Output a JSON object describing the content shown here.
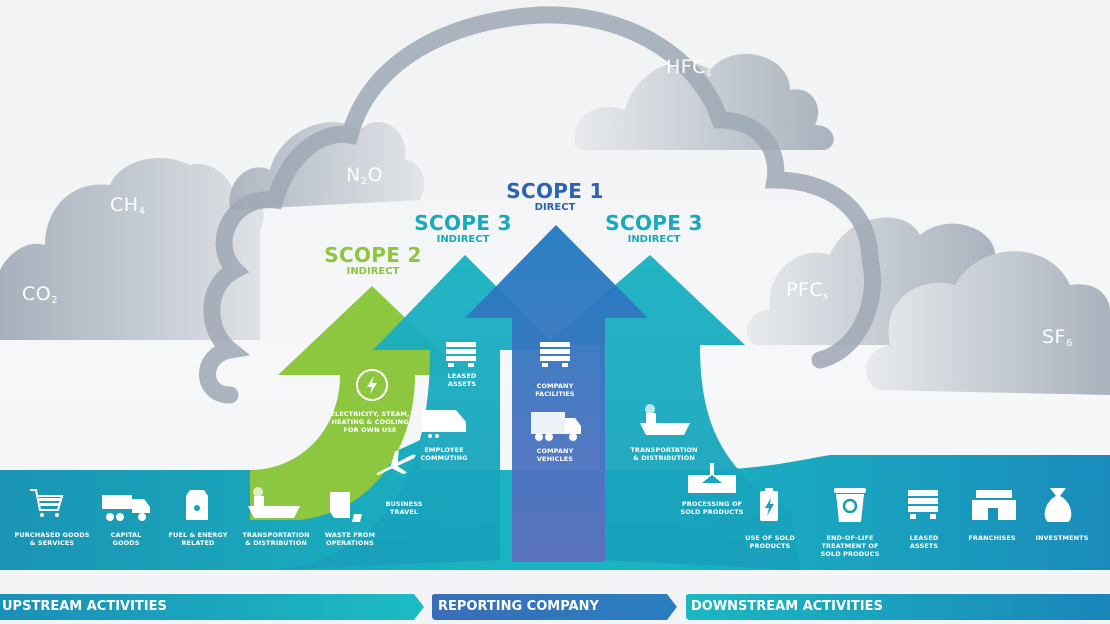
{
  "gases": [
    {
      "name": "CO",
      "sub": "2"
    },
    {
      "name": "CH",
      "sub": "4"
    },
    {
      "name": "N",
      "sub": "2",
      "suffix": "O"
    },
    {
      "name": "HFC",
      "sub": "s"
    },
    {
      "name": "PFC",
      "sub": "s"
    },
    {
      "name": "SF",
      "sub": "6"
    }
  ],
  "scopes": {
    "scope2": {
      "title": "SCOPE 2",
      "subtitle": "INDIRECT",
      "color": "#8dc63f"
    },
    "scope3_up": {
      "title": "SCOPE 3",
      "subtitle": "INDIRECT",
      "color": "#17a2b8"
    },
    "scope1": {
      "title": "SCOPE 1",
      "subtitle": "DIRECT",
      "color": "#2a6db5"
    },
    "scope3_down": {
      "title": "SCOPE 3",
      "subtitle": "INDIRECT",
      "color": "#17a2b8"
    }
  },
  "scope2_items": [
    {
      "label": "ELECTRICITY, STEAM,\nHEATING & COOLING\nFOR OWN USE",
      "icon": "lightning-icon"
    }
  ],
  "scope3_up_items": [
    {
      "label": "LEASED\nASSETS",
      "icon": "building-icon"
    },
    {
      "label": "EMPLOYEE\nCOMMUTING",
      "icon": "train-icon"
    },
    {
      "label": "BUSINESS\nTRAVEL",
      "icon": "airplane-icon"
    }
  ],
  "scope1_items": [
    {
      "label": "COMPANY\nFACILITIES",
      "icon": "building-icon"
    },
    {
      "label": "COMPANY\nVEHICLES",
      "icon": "truck-icon"
    }
  ],
  "scope3_down_items": [
    {
      "label": "TRANSPORTATION\n& DISTRIBUTION",
      "icon": "ship-icon"
    },
    {
      "label": "PROCESSING OF\nSOLD PRODUCTS",
      "icon": "factory-icon"
    }
  ],
  "upstream_items": [
    {
      "label": "PURCHASED GOODS\n& SERVICES",
      "icon": "cart-icon"
    },
    {
      "label": "CAPITAL\nGOODS",
      "icon": "dump-truck-icon"
    },
    {
      "label": "FUEL & ENERGY\nRELATED",
      "icon": "fuel-can-icon"
    },
    {
      "label": "TRANSPORTATION\n& DISTRIBUTION",
      "icon": "ship-icon"
    },
    {
      "label": "WASTE FROM\nOPERATIONS",
      "icon": "waste-bin-icon"
    }
  ],
  "downstream_items": [
    {
      "label": "USE OF SOLD\nPRODUCTS",
      "icon": "battery-icon"
    },
    {
      "label": "END-OF-LIFE\nTREATMENT OF\nSOLD PRODUCS",
      "icon": "recycle-bin-icon"
    },
    {
      "label": "LEASED\nASSETS",
      "icon": "building-icon"
    },
    {
      "label": "FRANCHISES",
      "icon": "storefront-icon"
    },
    {
      "label": "INVESTMENTS",
      "icon": "money-bag-icon"
    }
  ],
  "banners": {
    "upstream": "UPSTREAM ACTIVITIES",
    "reporting": "REPORTING COMPANY",
    "downstream": "DOWNSTREAM ACTIVITIES"
  }
}
